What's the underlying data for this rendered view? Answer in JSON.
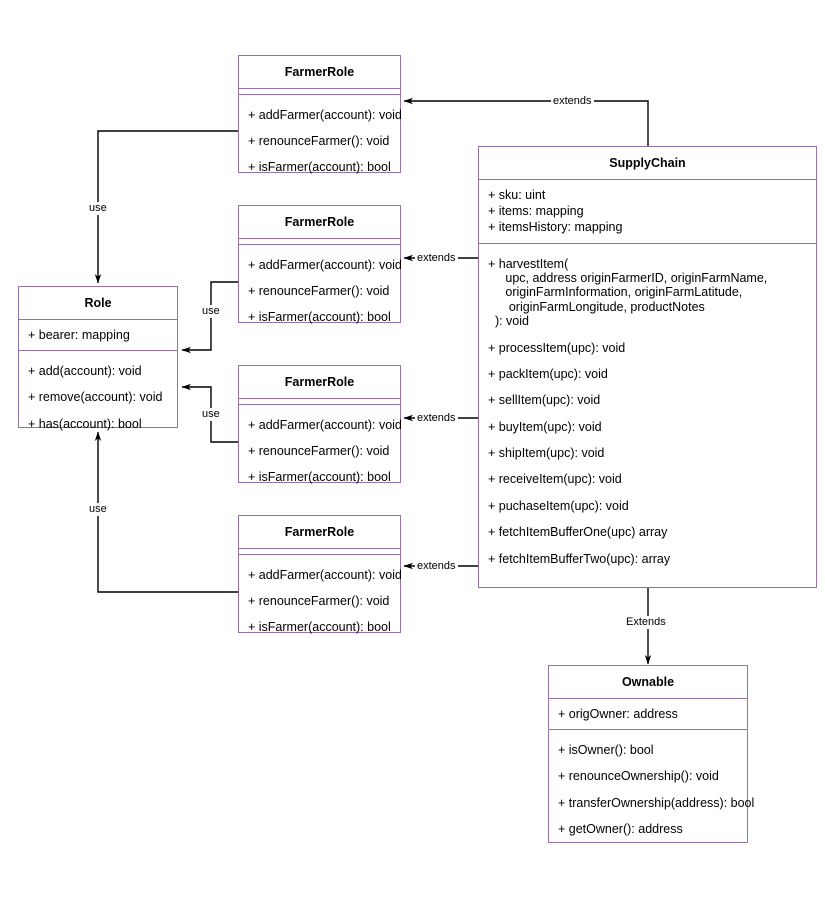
{
  "diagram": {
    "title": "SupplyChain UML Class Diagram",
    "style": {
      "class_border_color": "#9673a6",
      "edge_color": "#000000",
      "background_color": "#ffffff"
    },
    "classes": [
      {
        "id": "farmer1",
        "name": "FarmerRole",
        "attributes": [],
        "operations": [
          "+ addFarmer(account): void",
          "+ renounceFarmer(): void",
          "+ isFarmer(account): bool"
        ]
      },
      {
        "id": "farmer2",
        "name": "FarmerRole",
        "attributes": [],
        "operations": [
          "+ addFarmer(account): void",
          "+ renounceFarmer(): void",
          "+ isFarmer(account): bool"
        ]
      },
      {
        "id": "farmer3",
        "name": "FarmerRole",
        "attributes": [],
        "operations": [
          "+ addFarmer(account): void",
          "+ renounceFarmer(): void",
          "+ isFarmer(account): bool"
        ]
      },
      {
        "id": "farmer4",
        "name": "FarmerRole",
        "attributes": [],
        "operations": [
          "+ addFarmer(account): void",
          "+ renounceFarmer(): void",
          "+ isFarmer(account): bool"
        ]
      },
      {
        "id": "role",
        "name": "Role",
        "attributes": [
          "+ bearer: mapping"
        ],
        "operations": [
          "+ add(account): void",
          "+ remove(account): void",
          "+ has(account): bool"
        ]
      },
      {
        "id": "supplychain",
        "name": "SupplyChain",
        "attributes": [
          "+ sku: uint",
          "+ items: mapping",
          "+ itemsHistory: mapping"
        ],
        "operations": [
          "+ harvestItem(\n     upc, address originFarmerID, originFarmName,\n     originFarmInformation, originFarmLatitude,\n      originFarmLongitude, productNotes\n  ): void",
          "+ processItem(upc): void",
          "+ packItem(upc): void",
          "+ sellItem(upc): void",
          "+ buyItem(upc): void",
          "+ shipItem(upc): void",
          "+ receiveItem(upc): void",
          "+ puchaseItem(upc): void",
          "+ fetchItemBufferOne(upc) array",
          "+ fetchItemBufferTwo(upc): array"
        ]
      },
      {
        "id": "ownable",
        "name": "Ownable",
        "attributes": [
          "+ origOwner: address"
        ],
        "operations": [
          "+ isOwner(): bool",
          "+ renounceOwnership(): void",
          "+ transferOwnership(address): bool",
          "+ getOwner(): address"
        ]
      }
    ],
    "edges": [
      {
        "id": "e-extends-1",
        "label": "extends",
        "from": "supplychain",
        "to": "farmer1"
      },
      {
        "id": "e-extends-2",
        "label": "extends",
        "from": "supplychain",
        "to": "farmer2"
      },
      {
        "id": "e-extends-3",
        "label": "extends",
        "from": "supplychain",
        "to": "farmer3"
      },
      {
        "id": "e-extends-4",
        "label": "extends",
        "from": "supplychain",
        "to": "farmer4"
      },
      {
        "id": "e-extends-ownable",
        "label": "Extends",
        "from": "supplychain",
        "to": "ownable"
      },
      {
        "id": "e-use-1",
        "label": "use",
        "from": "farmer1",
        "to": "role"
      },
      {
        "id": "e-use-2",
        "label": "use",
        "from": "farmer2",
        "to": "role"
      },
      {
        "id": "e-use-3",
        "label": "use",
        "from": "farmer3",
        "to": "role"
      },
      {
        "id": "e-use-4",
        "label": "use",
        "from": "farmer4",
        "to": "role"
      }
    ]
  }
}
